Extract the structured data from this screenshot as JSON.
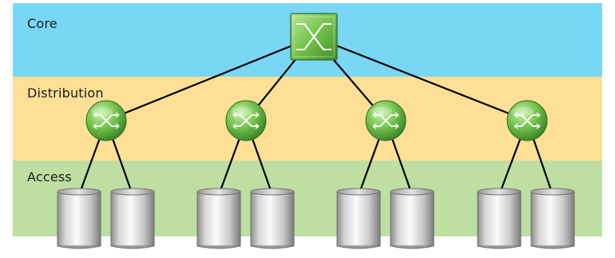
{
  "layers": {
    "core": {
      "label": "Core",
      "color": "#79d6f4"
    },
    "distribution": {
      "label": "Distribution",
      "color": "#fedf96"
    },
    "access": {
      "label": "Access",
      "color": "#bedea2"
    }
  },
  "devices": {
    "core_switch": {
      "icon": "core-switch-icon",
      "color": "#6fbf4a"
    },
    "distribution_switches": {
      "count": 4,
      "icon": "distribution-switch-icon",
      "color": "#6fbf4a"
    },
    "access_devices": {
      "count": 8,
      "icon": "access-switch-icon",
      "color": "#c8c8c8"
    }
  }
}
